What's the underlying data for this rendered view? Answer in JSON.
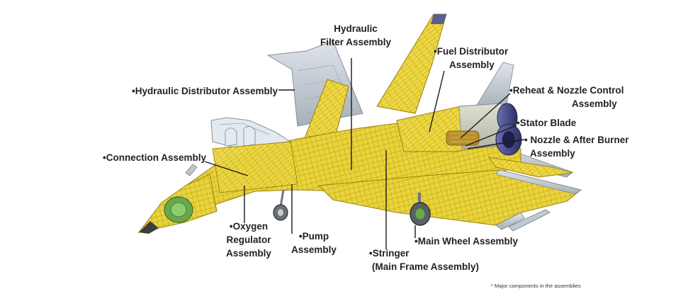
{
  "labels": {
    "hydraulic_filter_l1": "Hydraulic",
    "hydraulic_filter_l2": "Filter  Assembly",
    "fuel_distributor_l1": "•Fuel Distributor",
    "fuel_distributor_l2": "Assembly",
    "hydraulic_distributor": "•Hydraulic Distributor  Assembly",
    "reheat_l1": "•Reheat & Nozzle Control",
    "reheat_l2": "Assembly",
    "stator_blade": "•Stator Blade",
    "nozzle_l1": "• Nozzle & After Burner",
    "nozzle_l2": "Assembly",
    "connection": "•Connection Assembly",
    "oxygen_l1": "•Oxygen",
    "oxygen_l2": "Regulator",
    "oxygen_l3": "Assembly",
    "pump_l1": "•Pump",
    "pump_l2": "Assembly",
    "stringer_l1": "•Stringer",
    "stringer_l2": "(Main Frame Assembly)",
    "main_wheel": "•Main Wheel Assembly"
  },
  "footnote": "* Major components in the assemblies",
  "colors": {
    "frame_yellow": "#e8d23a",
    "frame_dark": "#c9ac1c",
    "skin_grey": "#c4cbd3",
    "skin_dark": "#8d96a1",
    "radome_green": "#6aa84f",
    "engine_blue": "#4a4f8a",
    "leader": "#1a1a1a"
  }
}
